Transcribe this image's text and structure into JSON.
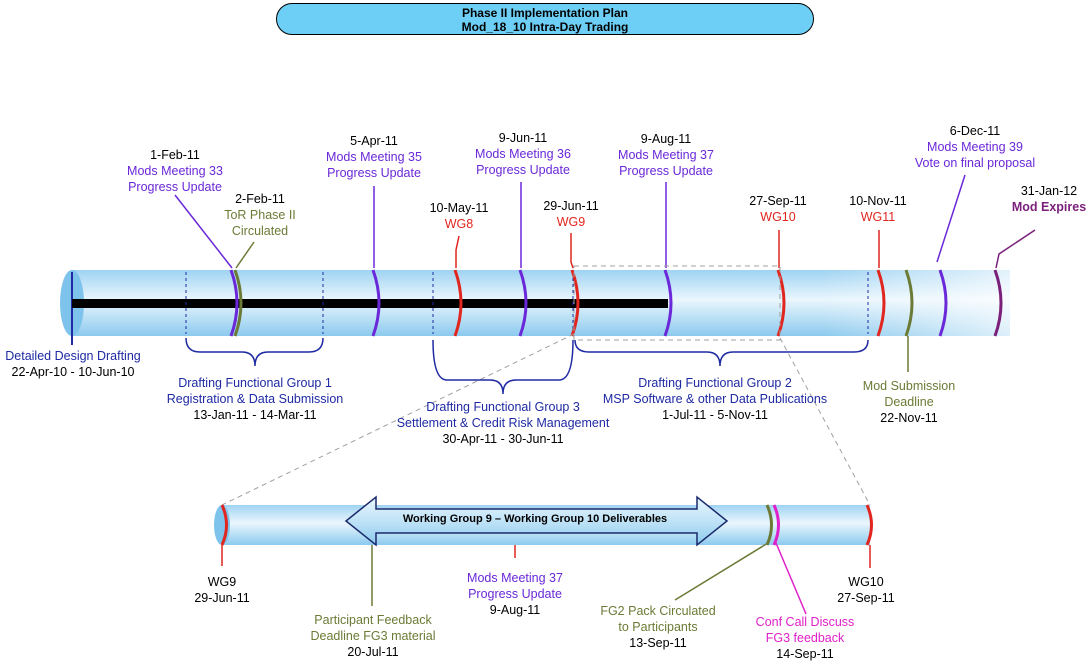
{
  "title": {
    "line1": "Phase II Implementation Plan",
    "line2": "Mod_18_10 Intra-Day Trading"
  },
  "milestones": {
    "mm33": {
      "date": "1-Feb-11",
      "name": "Mods Meeting 33",
      "desc": "Progress Update",
      "color": "#6a28d8"
    },
    "tor": {
      "date": "2-Feb-11",
      "name": "ToR Phase II",
      "desc": "Circulated",
      "color": "#6b7b36"
    },
    "mm35": {
      "date": "5-Apr-11",
      "name": "Mods Meeting 35",
      "desc": "Progress Update",
      "color": "#6a28d8"
    },
    "wg8": {
      "date": "10-May-11",
      "name": "WG8",
      "color": "#e0261f"
    },
    "mm36": {
      "date": "9-Jun-11",
      "name": "Mods Meeting 36",
      "desc": "Progress Update",
      "color": "#6a28d8"
    },
    "wg9": {
      "date": "29-Jun-11",
      "name": "WG9",
      "color": "#e0261f"
    },
    "mm37": {
      "date": "9-Aug-11",
      "name": "Mods Meeting 37",
      "desc": "Progress Update",
      "color": "#6a28d8"
    },
    "wg10": {
      "date": "27-Sep-11",
      "name": "WG10",
      "color": "#e0261f"
    },
    "wg11": {
      "date": "10-Nov-11",
      "name": "WG11",
      "color": "#e0261f"
    },
    "mm39": {
      "date": "6-Dec-11",
      "name": "Mods Meeting 39",
      "desc": "Vote on final proposal",
      "color": "#6a28d8"
    },
    "expires": {
      "date": "31-Jan-12",
      "name": "Mod Expires",
      "color": "#7a1f7a"
    },
    "submission": {
      "name": "Mod Submission",
      "desc": "Deadline",
      "date": "22-Nov-11",
      "color": "#6b7b36"
    }
  },
  "phases": {
    "design": {
      "name": "Detailed Design Drafting",
      "dates": "22-Apr-10 - 10-Jun-10"
    },
    "fg1": {
      "name": "Drafting Functional Group 1",
      "desc": "Registration & Data Submission",
      "dates": "13-Jan-11 - 14-Mar-11"
    },
    "fg3": {
      "name": "Drafting Functional Group 3",
      "desc": "Settlement & Credit Risk Management",
      "dates": "30-Apr-11 - 30-Jun-11"
    },
    "fg2": {
      "name": "Drafting Functional Group 2",
      "desc": "MSP Software & other Data Publications",
      "dates": "1-Jul-11 - 5-Nov-11"
    }
  },
  "zoom": {
    "arrow_label": "Working Group 9 – Working Group 10 Deliverables",
    "wg9": {
      "name": "WG9",
      "date": "29-Jun-11"
    },
    "feedback": {
      "line1": "Participant Feedback",
      "line2": "Deadline FG3 material",
      "date": "20-Jul-11"
    },
    "mm37": {
      "name": "Mods Meeting 37",
      "desc": "Progress Update",
      "date": "9-Aug-11"
    },
    "fg2pack": {
      "line1": "FG2 Pack Circulated",
      "line2": "to Participants",
      "date": "13-Sep-11"
    },
    "confcall": {
      "line1": "Conf Call Discuss",
      "line2": "FG3 feedback",
      "date": "14-Sep-11"
    },
    "wg10": {
      "name": "WG10",
      "date": "27-Sep-11"
    }
  },
  "colors": {
    "tube": "#bfe3f7",
    "progress_bar": "#000000",
    "bracket": "#1f2aa3",
    "mods_meeting": "#6a28d8",
    "working_group": "#e0261f",
    "olive": "#6b7b36",
    "magenta": "#e020c8"
  }
}
